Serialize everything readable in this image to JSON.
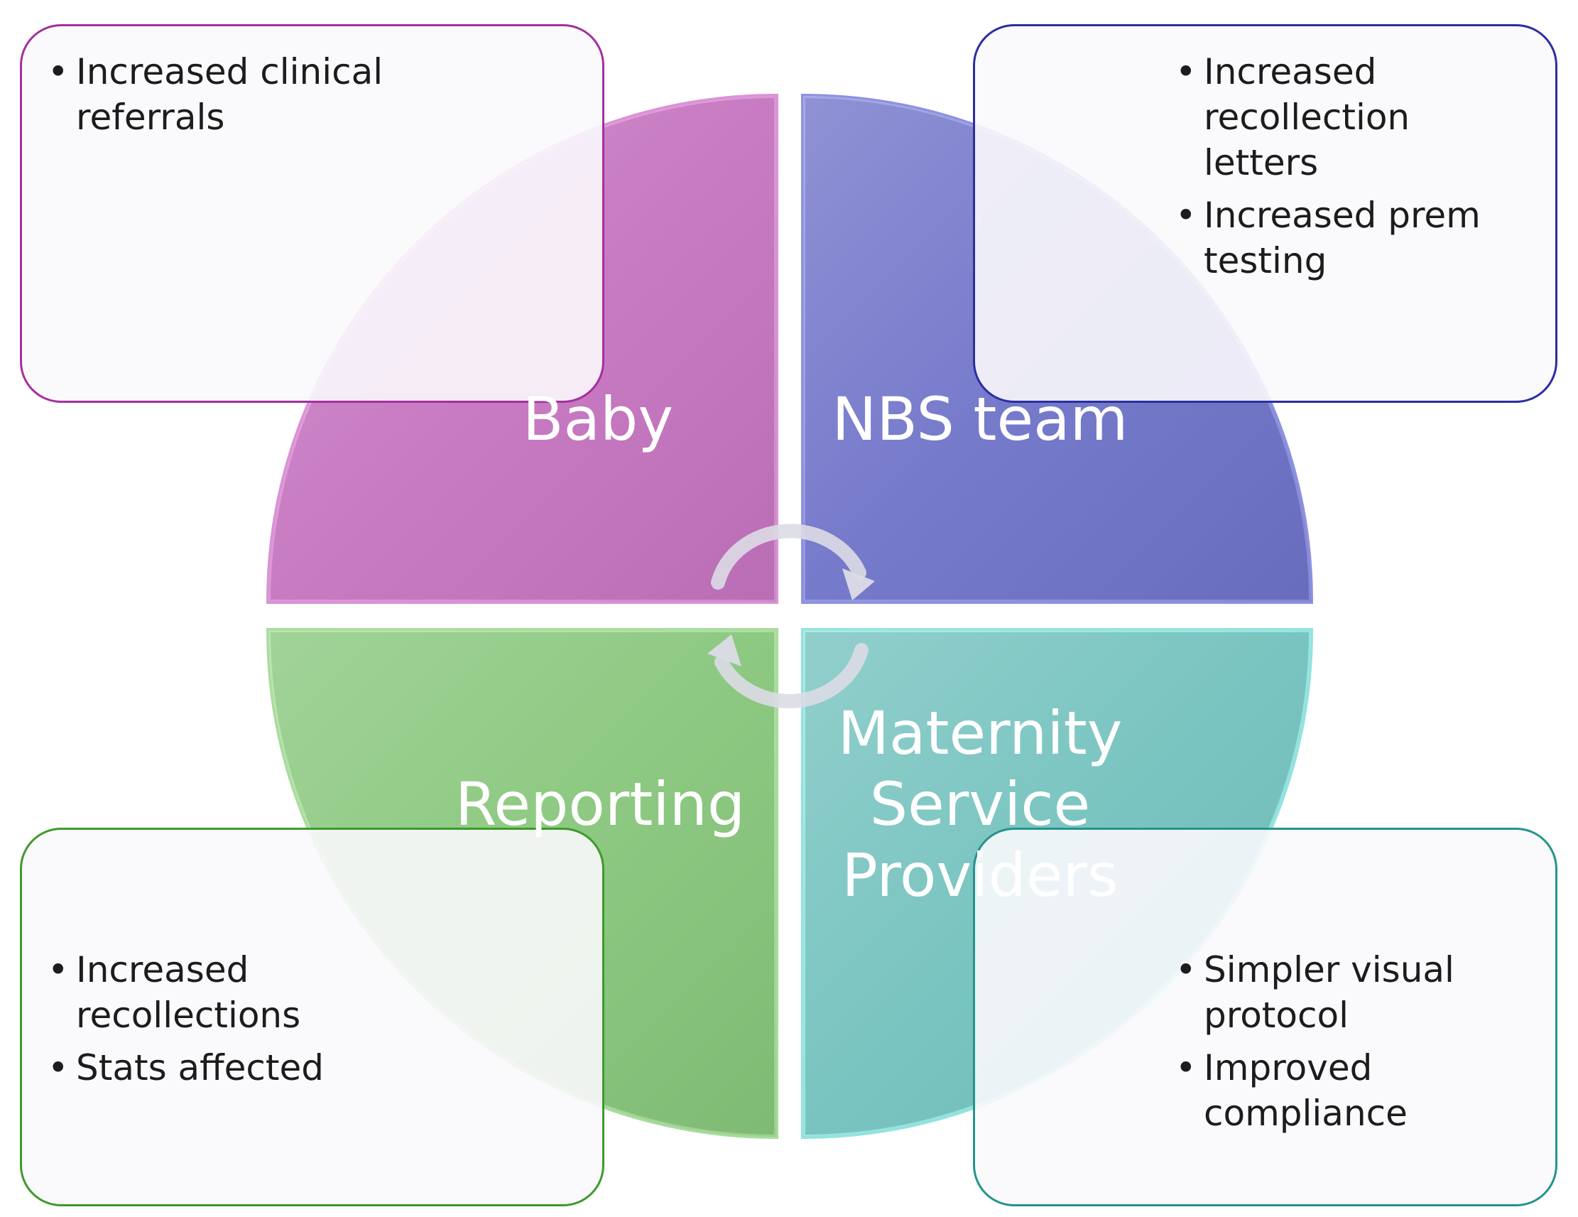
{
  "quadrants": [
    {
      "key": "baby",
      "label_lines": [
        "Baby"
      ],
      "color": "#c470bd"
    },
    {
      "key": "nbs",
      "label_lines": [
        "NBS team"
      ],
      "color": "#6b6fc7"
    },
    {
      "key": "reporting",
      "label_lines": [
        "Reporting"
      ],
      "color": "#84c577"
    },
    {
      "key": "maternity",
      "label_lines": [
        "Maternity",
        "Service",
        "Providers"
      ],
      "color": "#6ec0bb"
    }
  ],
  "callouts": {
    "baby": {
      "border_color": "#a4309e",
      "bullets": [
        "Increased clinical referrals"
      ]
    },
    "nbs": {
      "border_color": "#2c2ea0",
      "bullets": [
        "Increased recollection letters",
        "Increased prem testing"
      ]
    },
    "reporting": {
      "border_color": "#3e9a2c",
      "bullets": [
        "Increased recollections",
        "Stats affected"
      ]
    },
    "maternity": {
      "border_color": "#23948c",
      "bullets": [
        "Simpler visual protocol",
        "Improved compliance"
      ]
    }
  },
  "icons": {
    "cycle": "circular-arrows-icon"
  }
}
